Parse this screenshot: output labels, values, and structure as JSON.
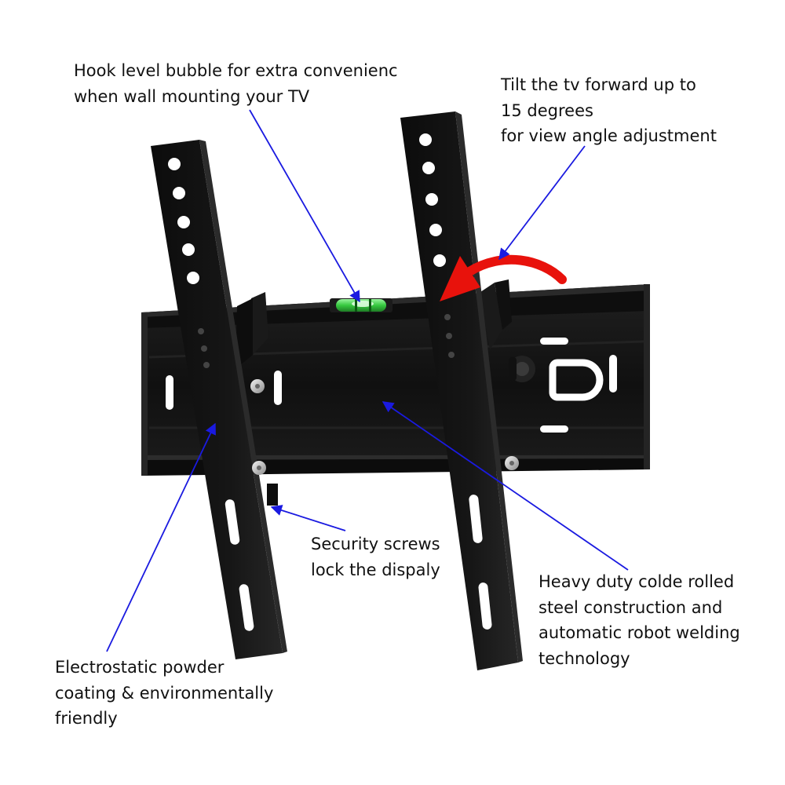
{
  "callouts": {
    "level_bubble": {
      "lines": [
        "Hook level bubble for extra convenienc",
        "when wall mounting your TV"
      ]
    },
    "tilt": {
      "lines": [
        "Tilt the tv forward up to",
        "15 degrees",
        "for view angle adjustment"
      ]
    },
    "security": {
      "lines": [
        "Security screws",
        "lock the dispaly"
      ]
    },
    "steel": {
      "lines": [
        "Heavy duty colde rolled",
        "steel construction and",
        "automatic robot welding",
        "technology"
      ]
    },
    "powder": {
      "lines": [
        "Electrostatic powder",
        "coating & environmentally",
        "friendly"
      ]
    }
  },
  "colors": {
    "metal": "#141414",
    "metal_edge": "#2e2e2e",
    "pointer": "#1a1ae0",
    "tilt_arrow": "#e8120c",
    "level_vial": "#3fd64a",
    "background": "#ffffff"
  }
}
